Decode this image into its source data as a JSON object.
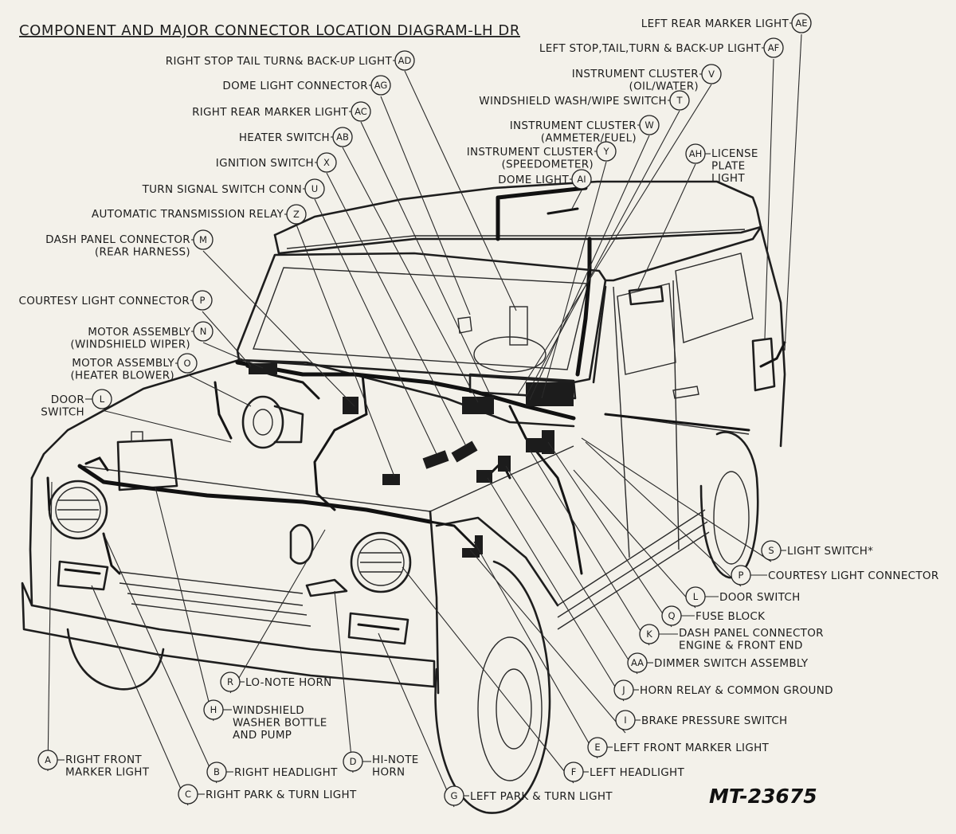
{
  "diagram": {
    "title": "COMPONENT AND MAJOR CONNECTOR LOCATION DIAGRAM-LH DR",
    "figure_code": "MT-23675",
    "callouts": [
      {
        "code": "AE",
        "lines": [
          "LEFT REAR MARKER LIGHT"
        ]
      },
      {
        "code": "AF",
        "lines": [
          "LEFT STOP,TAIL,TURN & BACK-UP LIGHT"
        ]
      },
      {
        "code": "AD",
        "lines": [
          "RIGHT STOP TAIL TURN& BACK-UP LIGHT"
        ]
      },
      {
        "code": "AG",
        "lines": [
          "DOME LIGHT CONNECTOR"
        ]
      },
      {
        "code": "V",
        "lines": [
          "INSTRUMENT CLUSTER",
          "(OIL/WATER)"
        ]
      },
      {
        "code": "AC",
        "lines": [
          "RIGHT REAR MARKER LIGHT"
        ]
      },
      {
        "code": "T",
        "lines": [
          "WINDSHIELD WASH/WIPE SWITCH"
        ]
      },
      {
        "code": "AB",
        "lines": [
          "HEATER SWITCH"
        ]
      },
      {
        "code": "W",
        "lines": [
          "INSTRUMENT CLUSTER",
          "(AMMETER/FUEL)"
        ]
      },
      {
        "code": "Y",
        "lines": [
          "INSTRUMENT CLUSTER",
          "(SPEEDOMETER)"
        ]
      },
      {
        "code": "X",
        "lines": [
          "IGNITION SWITCH"
        ]
      },
      {
        "code": "AH",
        "lines": [
          "LICENSE",
          "PLATE",
          "LIGHT"
        ]
      },
      {
        "code": "AI",
        "lines": [
          "DOME LIGHT"
        ]
      },
      {
        "code": "U",
        "lines": [
          "TURN SIGNAL SWITCH CONN"
        ]
      },
      {
        "code": "Z",
        "lines": [
          "AUTOMATIC TRANSMISSION RELAY"
        ]
      },
      {
        "code": "M",
        "lines": [
          "DASH PANEL CONNECTOR",
          "(REAR HARNESS)"
        ]
      },
      {
        "code": "P",
        "lines": [
          "COURTESY LIGHT CONNECTOR"
        ]
      },
      {
        "code": "N",
        "lines": [
          "MOTOR ASSEMBLY",
          "(WINDSHIELD WIPER)"
        ]
      },
      {
        "code": "O",
        "lines": [
          "MOTOR ASSEMBLY",
          "(HEATER BLOWER)"
        ]
      },
      {
        "code": "L",
        "lines": [
          "DOOR",
          "SWITCH"
        ]
      },
      {
        "code": "S",
        "lines": [
          "LIGHT SWITCH*"
        ]
      },
      {
        "code": "P",
        "lines": [
          "COURTESY LIGHT CONNECTOR"
        ]
      },
      {
        "code": "L",
        "lines": [
          "DOOR SWITCH"
        ]
      },
      {
        "code": "Q",
        "lines": [
          "FUSE BLOCK"
        ]
      },
      {
        "code": "K",
        "lines": [
          "DASH PANEL CONNECTOR",
          "ENGINE & FRONT END"
        ]
      },
      {
        "code": "AA",
        "lines": [
          "DIMMER SWITCH ASSEMBLY"
        ]
      },
      {
        "code": "J",
        "lines": [
          "HORN RELAY & COMMON GROUND"
        ]
      },
      {
        "code": "R",
        "lines": [
          "LO-NOTE HORN"
        ]
      },
      {
        "code": "H",
        "lines": [
          "WINDSHIELD",
          "WASHER BOTTLE",
          "AND PUMP"
        ]
      },
      {
        "code": "I",
        "lines": [
          "BRAKE PRESSURE SWITCH"
        ]
      },
      {
        "code": "E",
        "lines": [
          "LEFT FRONT MARKER LIGHT"
        ]
      },
      {
        "code": "D",
        "lines": [
          "HI-NOTE",
          "HORN"
        ]
      },
      {
        "code": "A",
        "lines": [
          "RIGHT FRONT",
          "MARKER LIGHT"
        ]
      },
      {
        "code": "B",
        "lines": [
          "RIGHT HEADLIGHT"
        ]
      },
      {
        "code": "F",
        "lines": [
          "LEFT HEADLIGHT"
        ]
      },
      {
        "code": "C",
        "lines": [
          "RIGHT PARK & TURN LIGHT"
        ]
      },
      {
        "code": "G",
        "lines": [
          "LEFT PARK & TURN LIGHT"
        ]
      }
    ]
  }
}
